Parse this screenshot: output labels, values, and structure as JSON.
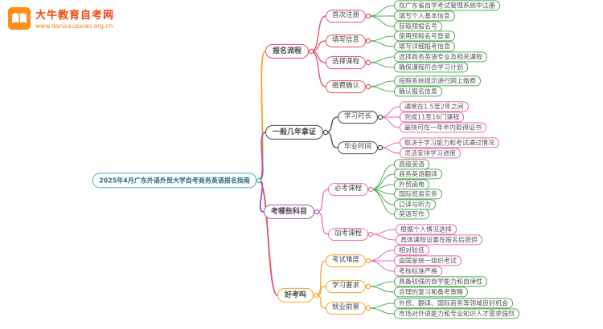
{
  "brand": {
    "name": "大牛教育自考网",
    "url": "www.daniuxuexiao.org.cn",
    "logo_color": "#ff8d1a",
    "name_color": "#f1480f"
  },
  "palette": {
    "teal": "#3ab7c4",
    "red": "#e34f63",
    "green": "#4fae53",
    "dark": "#4a4543",
    "pink": "#e96aa7",
    "purple": "#9e57b6",
    "orange": "#f5a42a"
  },
  "mindmap": {
    "root": "2025年4月广东外语外贸大学自考商务英语报名指南",
    "branches": [
      {
        "label": "报名流程",
        "children": [
          {
            "label": "首次注册",
            "items": [
              "在广东省自学考试管理系统中注册",
              "填写个人基本信息",
              "获取预报名号"
            ]
          },
          {
            "label": "填写信息",
            "items": [
              "使用预报名号登录",
              "填写详细报考信息"
            ]
          },
          {
            "label": "选择课程",
            "items": [
              "选择商务英语专业及相关课程",
              "确保课程符合学习计划"
            ]
          },
          {
            "label": "缴费确认",
            "items": [
              "按照系统提示进行网上缴费",
              "确认报名信息"
            ]
          }
        ]
      },
      {
        "label": "一般几年拿证",
        "children": [
          {
            "label": "学习时长",
            "items": [
              "通常在1.5至2年之间",
              "完成11至16门课程",
              "最快可在一年半内取得证书"
            ]
          },
          {
            "label": "毕业时间",
            "items": [
              "取决于学习能力和考试通过情况",
              "灵活安排学习进度"
            ]
          }
        ]
      },
      {
        "label": "考哪些科目",
        "children": [
          {
            "label": "必考课程",
            "items": [
              "高级英语",
              "商务英语翻译",
              "外贸函电",
              "国际贸易实务",
              "口译与听力",
              "英语写作"
            ]
          },
          {
            "label": "加考课程",
            "items": [
              "根据个人情况选择",
              "具体课程设置在报名后提供"
            ]
          }
        ]
      },
      {
        "label": "好考吗",
        "children": [
          {
            "label": "考试难度",
            "items": [
              "相对较低",
              "由国家统一组织考试",
              "考核标准严格"
            ]
          },
          {
            "label": "学习要求",
            "items": [
              "具备较强的自学能力和自律性",
              "合理的复习和备考策略"
            ]
          },
          {
            "label": "就业前景",
            "items": [
              "外贸、翻译、国际商务等领域良好机会",
              "市场对外语能力和专业知识人才需求强烈"
            ]
          }
        ]
      }
    ]
  }
}
